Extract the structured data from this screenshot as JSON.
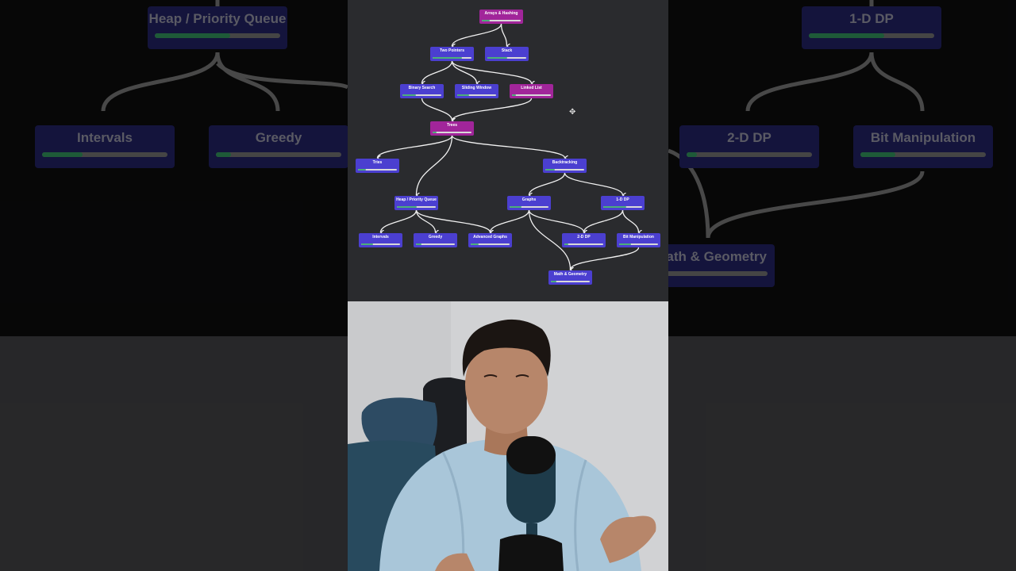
{
  "roadmap": {
    "nodes": [
      {
        "id": "arrays",
        "label": "Arrays & Hashing",
        "color": "pink",
        "progress": 0.2
      },
      {
        "id": "twoptr",
        "label": "Two Pointers",
        "color": "blue",
        "progress": 0.75
      },
      {
        "id": "stack",
        "label": "Stack",
        "color": "blue",
        "progress": 0.5
      },
      {
        "id": "binsearch",
        "label": "Binary Search",
        "color": "blue",
        "progress": 0.35
      },
      {
        "id": "sliding",
        "label": "Sliding Window",
        "color": "blue",
        "progress": 0.3
      },
      {
        "id": "linked",
        "label": "Linked List",
        "color": "pink",
        "progress": 0.1
      },
      {
        "id": "trees",
        "label": "Trees",
        "color": "pink",
        "progress": 0.1
      },
      {
        "id": "tries",
        "label": "Tries",
        "color": "blue",
        "progress": 0.2
      },
      {
        "id": "backtracking",
        "label": "Backtracking",
        "color": "blue",
        "progress": 0.25
      },
      {
        "id": "heap",
        "label": "Heap / Priority Queue",
        "color": "blue",
        "progress": 0.5
      },
      {
        "id": "graphs",
        "label": "Graphs",
        "color": "blue",
        "progress": 0.3
      },
      {
        "id": "dp1",
        "label": "1-D DP",
        "color": "blue",
        "progress": 0.6
      },
      {
        "id": "intervals",
        "label": "Intervals",
        "color": "blue",
        "progress": 0.3
      },
      {
        "id": "greedy",
        "label": "Greedy",
        "color": "blue",
        "progress": 0.15
      },
      {
        "id": "advgraphs",
        "label": "Advanced Graphs",
        "color": "blue",
        "progress": 0.2
      },
      {
        "id": "dp2",
        "label": "2-D DP",
        "color": "blue",
        "progress": 0.1
      },
      {
        "id": "bitmanip",
        "label": "Bit Manipulation",
        "color": "blue",
        "progress": 0.3
      },
      {
        "id": "math",
        "label": "Math & Geometry",
        "color": "blue",
        "progress": 0.15
      }
    ]
  },
  "background": {
    "left_labels": [
      "Heap / Priority Queue",
      "Intervals",
      "Greedy"
    ],
    "right_labels": [
      "1-D DP",
      "2-D DP",
      "Bit Manipulation",
      "ath & Geometry"
    ]
  },
  "icons": {
    "cursor": "move-cursor-icon",
    "microphone": "microphone-icon"
  },
  "colors": {
    "node_blue": "#4b3fd0",
    "node_pink": "#a1259a",
    "progress_green": "#4caf7a",
    "panel_bg": "#2a2b2e"
  }
}
